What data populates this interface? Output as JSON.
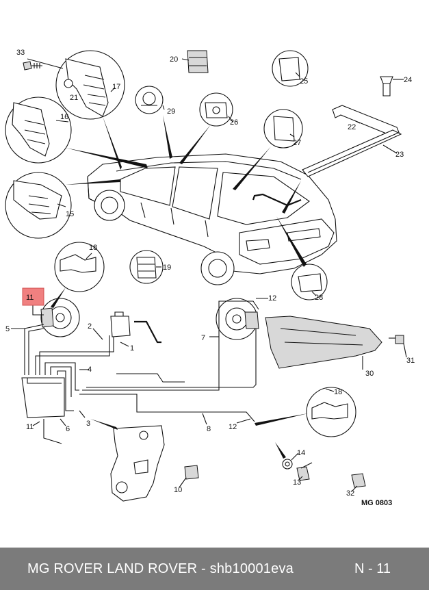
{
  "diagram": {
    "callouts": {
      "c1": "1",
      "c2": "2",
      "c3": "3",
      "c4": "4",
      "c5": "5",
      "c6": "6",
      "c7": "7",
      "c8": "8",
      "c10": "10",
      "c11a": "11",
      "c11b": "11",
      "c12a": "12",
      "c12b": "12",
      "c13": "13",
      "c14": "14",
      "c15": "15",
      "c16": "16",
      "c17": "17",
      "c18a": "18",
      "c18b": "18",
      "c19": "19",
      "c20": "20",
      "c21": "21",
      "c22": "22",
      "c23": "23",
      "c24": "24",
      "c25": "25",
      "c26": "26",
      "c27": "27",
      "c28": "28",
      "c29": "29",
      "c30": "30",
      "c31": "31",
      "c32": "32",
      "c33": "33"
    },
    "ref_code": "MG 0803",
    "highlight_color": "#f08080"
  },
  "footer": {
    "text": "MG ROVER LAND ROVER - shb10001eva",
    "page": "N - 11"
  }
}
